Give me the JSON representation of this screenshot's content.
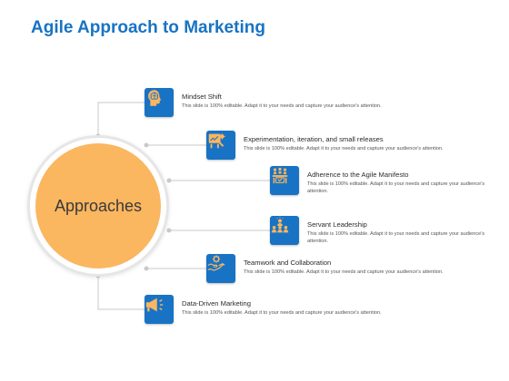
{
  "title": "Agile Approach to Marketing",
  "hub": {
    "label": "Approaches",
    "color": "#fbb660"
  },
  "accent_color": "#1873c4",
  "steps": [
    {
      "title": "Mindset Shift",
      "description": "This slide is 100% editable. Adapt it to your needs and capture your audience's attention.",
      "icon": "head-brain-icon"
    },
    {
      "title": "Experimentation, iteration, and small releases",
      "description": "This slide is 100% editable. Adapt it to your needs and capture your audience's attention.",
      "icon": "experiment-board-icon"
    },
    {
      "title": "Adherence to the Agile Manifesto",
      "description": "This slide is 100% editable. Adapt it to your needs and capture your audience's attention.",
      "icon": "team-meeting-icon"
    },
    {
      "title": "Servant Leadership",
      "description": "This slide is 100% editable. Adapt it to your needs and capture your audience's attention.",
      "icon": "leader-group-icon"
    },
    {
      "title": "Teamwork and Collaboration",
      "description": "This slide is 100% editable. Adapt it to your needs and capture your audience's attention.",
      "icon": "handshake-gear-icon"
    },
    {
      "title": "Data-Driven Marketing",
      "description": "This slide is 100% editable. Adapt it to your needs and capture your audience's attention.",
      "icon": "megaphone-icon"
    }
  ]
}
